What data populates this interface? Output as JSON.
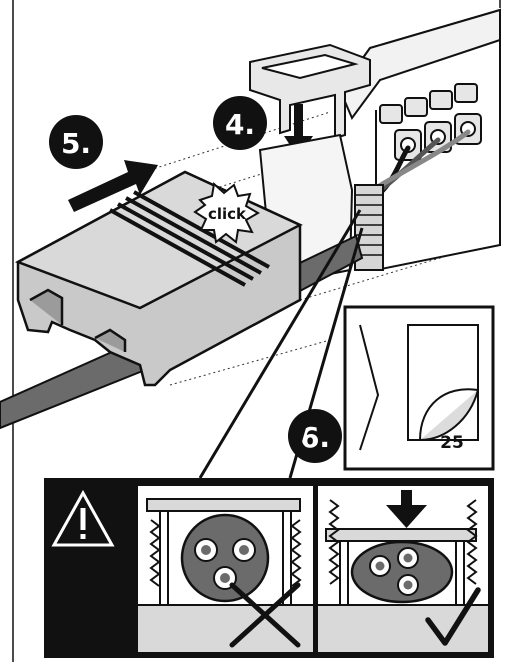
{
  "steps": {
    "step5": "5.",
    "step4": "4.",
    "step6": "6."
  },
  "callout": {
    "click_text": "click"
  },
  "page_ref": {
    "number": "25"
  },
  "warning": {
    "icon": "warning-triangle-icon"
  },
  "colors": {
    "ink": "#111111",
    "housing": "#c9c9c9",
    "housing_shade": "#9b9b9b",
    "cable": "#6b6b6b",
    "panel_bg": "#d9d9d9",
    "cross_check": "#111111"
  },
  "status": {
    "left_panel": "incorrect",
    "right_panel": "correct"
  }
}
